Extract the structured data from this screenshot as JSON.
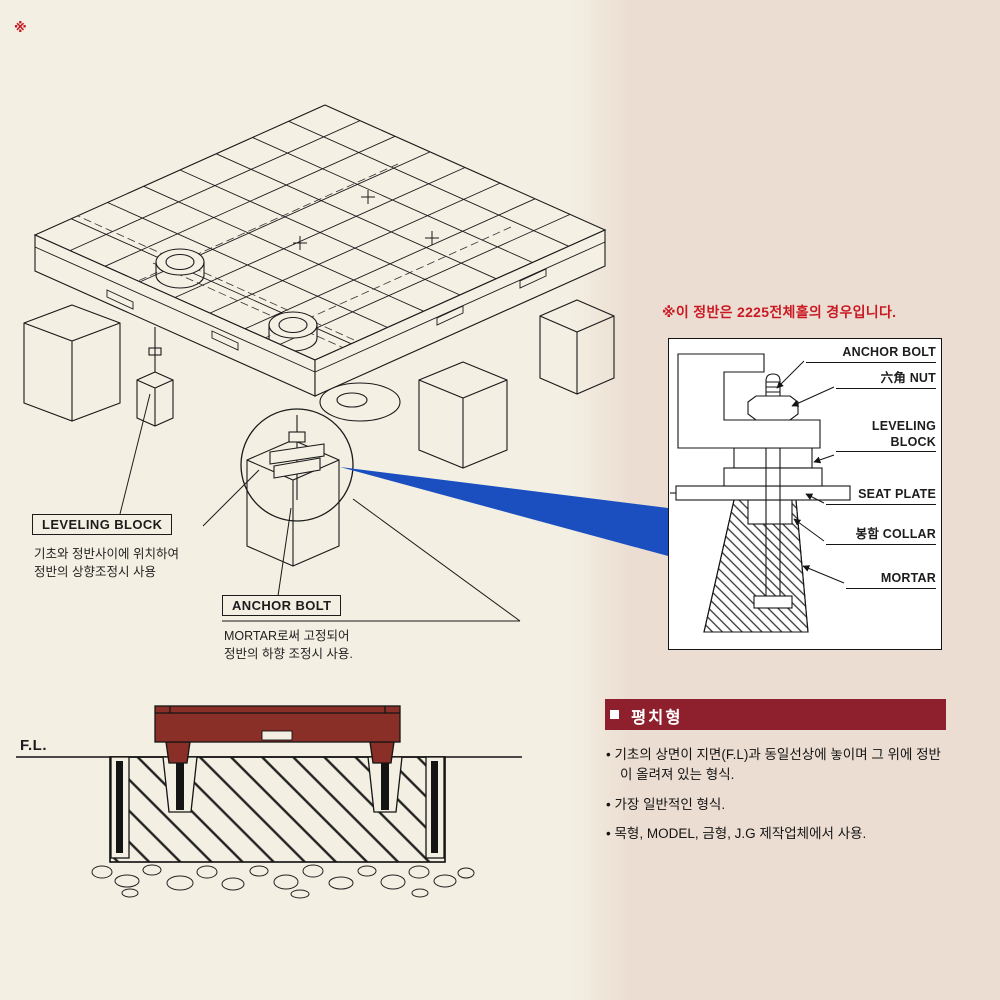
{
  "colors": {
    "page_bg": "#f3efe2",
    "right_panel_bg": "#ecddd2",
    "note_red": "#c91a24",
    "title_bar_red": "#8e1f2d",
    "plate_red": "#8a2f27",
    "wedge_blue": "#1b4fc0",
    "line_black": "#1a1a1a"
  },
  "corner_mark": "※",
  "main_labels": {
    "leveling_block": {
      "title": "LEVELING BLOCK",
      "desc": "기초와 정반사이에 위치하여\n정반의 상향조정시 사용"
    },
    "anchor_bolt": {
      "title": "ANCHOR BOLT",
      "desc": "MORTAR로써 고정되어\n정반의 하향 조정시 사용."
    }
  },
  "callout": {
    "note": "※이 정반은 2225전체홀의 경우입니다.",
    "labels": {
      "anchor_bolt": "ANCHOR BOLT",
      "nut": "六角 NUT",
      "leveling_block": "LEVELING\nBLOCK",
      "seat_plate": "SEAT PLATE",
      "collar": "봉함 COLLAR",
      "mortar": "MORTAR"
    }
  },
  "elevation": {
    "fl": "F.L."
  },
  "info": {
    "title": "평치형",
    "items": [
      "• 기초의 상면이 지면(F.L)과 동일선상에 놓이며 그 위에 정반이 올려져 있는 형식.",
      "• 가장 일반적인 형식.",
      "• 목형, MODEL, 금형, J.G 제작업체에서 사용."
    ]
  }
}
